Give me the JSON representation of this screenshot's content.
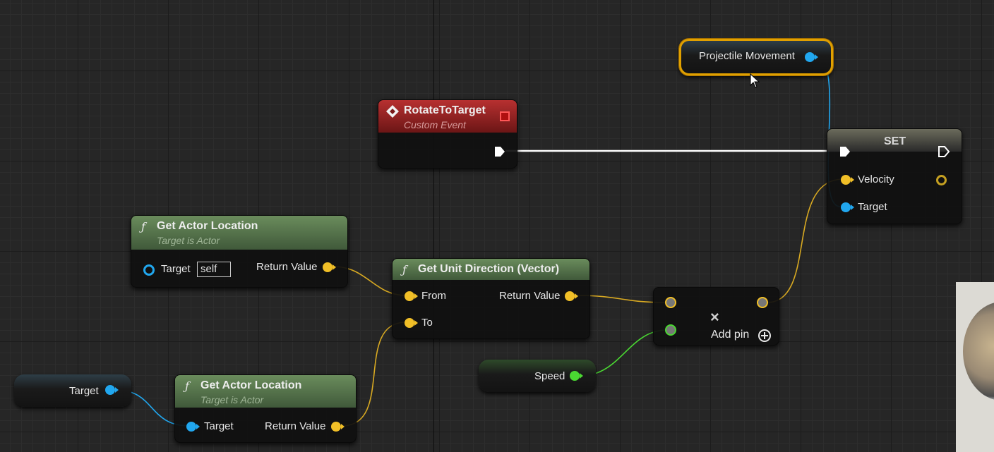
{
  "graph": {
    "event_node": {
      "title": "RotateToTarget",
      "subtitle": "Custom Event"
    },
    "projectile_var": {
      "label": "Projectile Movement"
    },
    "set_node": {
      "title": "SET",
      "pin_velocity": "Velocity",
      "pin_target": "Target"
    },
    "get_location_1": {
      "fx": "ƒ",
      "title": "Get Actor Location",
      "subtitle": "Target is Actor",
      "pin_target": "Target",
      "target_default": "self",
      "pin_return": "Return Value"
    },
    "get_unit_direction": {
      "fx": "ƒ",
      "title": "Get Unit Direction (Vector)",
      "pin_from": "From",
      "pin_to": "To",
      "pin_return": "Return Value"
    },
    "multiply_node": {
      "symbol": "×",
      "add_pin_label": "Add pin",
      "add_pin_icon": "plus-circle-icon"
    },
    "speed_var": {
      "label": "Speed"
    },
    "target_var": {
      "label": "Target"
    },
    "get_location_2": {
      "fx": "ƒ",
      "title": "Get Actor Location",
      "subtitle": "Target is Actor",
      "pin_target": "Target",
      "pin_return": "Return Value"
    }
  },
  "colors": {
    "vector_pin": "#f1bf27",
    "object_pin": "#21a7ef",
    "float_pin": "#4ad832",
    "exec_wire": "#ffffff",
    "function_header": "#6a8c5c",
    "event_header": "#b73030",
    "selection": "#e0a000"
  }
}
